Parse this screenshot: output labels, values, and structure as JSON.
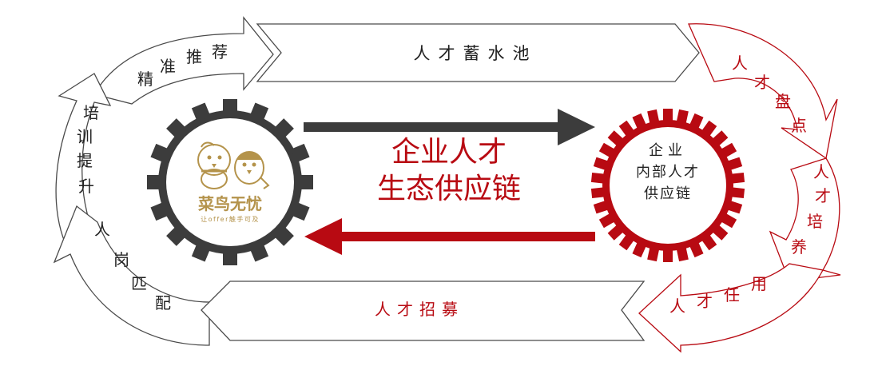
{
  "colors": {
    "left_outline": "#4a4a4a",
    "right_outline": "#b80a12",
    "gear_dark": "#3c3c3c",
    "gear_red": "#b80a12",
    "arrow_dark": "#3c3c3c",
    "arrow_red": "#b80a12",
    "logo_gold": "#b4934b"
  },
  "left_loop": {
    "top_segment": "精准推荐",
    "left_segment": "培训提升",
    "bottom_segment": "人岗匹配"
  },
  "right_loop": {
    "segment_1": "人才盘点",
    "segment_2": "人才培养",
    "segment_3": "人才任用"
  },
  "top_arrow_label": "人才蓄水池",
  "bottom_arrow_label": "人才招募",
  "center_title": {
    "line1": "企业人才",
    "line2": "生态供应链"
  },
  "right_gear_label": {
    "line1": "企业",
    "line2": "内部人才",
    "line3": "供应链"
  },
  "logo": {
    "brand": "菜鸟无忧",
    "tagline": "让offer触手可及",
    "icon": "bird-mascots-icon"
  }
}
